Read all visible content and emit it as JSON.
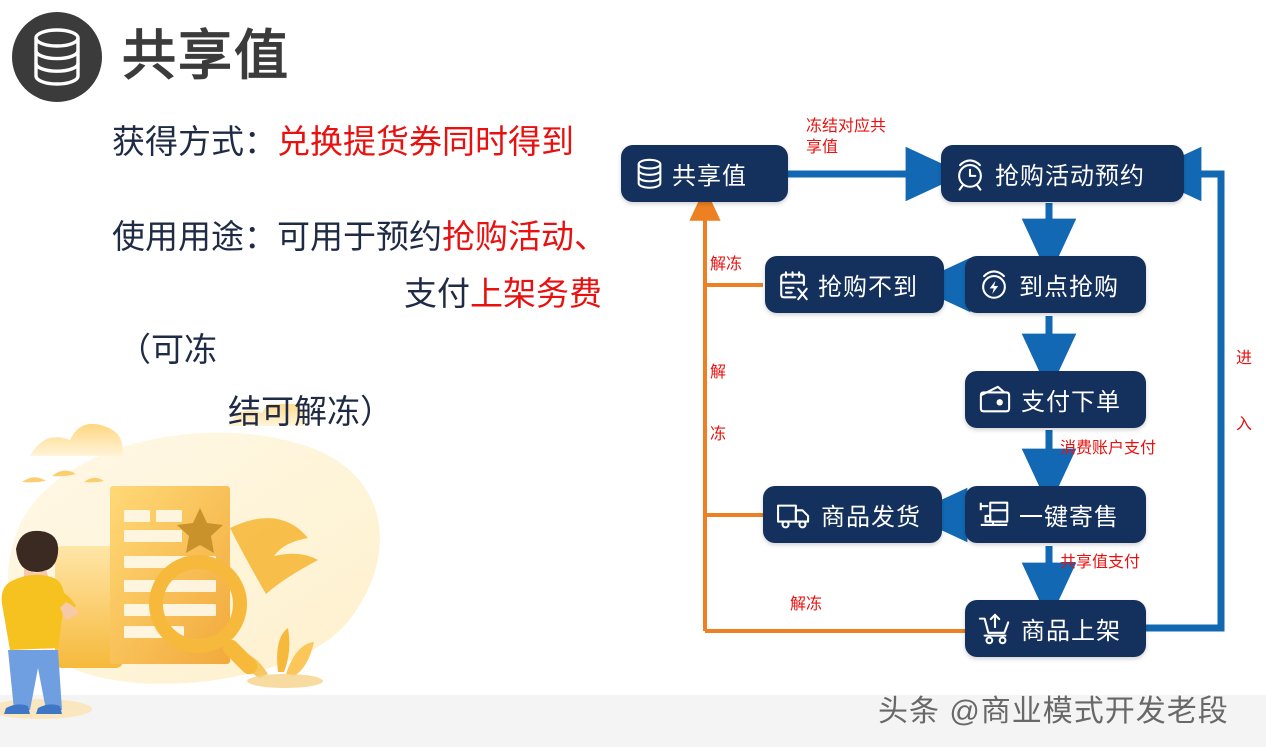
{
  "header": {
    "title": "共享值",
    "icon": "database-icon"
  },
  "description": {
    "line1_label": "获得方式：",
    "line1_value": "兑换提货券同时得到",
    "line2_label": "使用用途：",
    "line2_value_plain": "可用于预约",
    "line2_value_red": "抢购活动、",
    "line3_plain": "支付",
    "line3_red": "上架务费",
    "line4": "（可冻",
    "line5": "结可解冻）"
  },
  "colors": {
    "node_fill": "#14305c",
    "blue_edge": "#1268b3",
    "orange_edge": "#ed8022",
    "label_red": "#e8110f",
    "text_navy": "#1f2a44",
    "header_dark": "#3b3b3b"
  },
  "flow": {
    "nodes": [
      {
        "id": "shared-value",
        "label": "共享值",
        "icon": "database-icon"
      },
      {
        "id": "flash-sale-book",
        "label": "抢购活动预约",
        "icon": "alarm-clock-icon"
      },
      {
        "id": "sale-missed",
        "label": "抢购不到",
        "icon": "calendar-x-icon"
      },
      {
        "id": "flash-sale-start",
        "label": "到点抢购",
        "icon": "clock-bolt-icon"
      },
      {
        "id": "pay-order",
        "label": "支付下单",
        "icon": "wallet-icon"
      },
      {
        "id": "one-click-consign",
        "label": "一键寄售",
        "icon": "package-box-icon"
      },
      {
        "id": "goods-shipped",
        "label": "商品发货",
        "icon": "truck-icon"
      },
      {
        "id": "goods-listed",
        "label": "商品上架",
        "icon": "cart-upload-icon"
      }
    ],
    "edge_labels": {
      "freeze_shared_value": "冻结对应共\n享值",
      "unfreeze_top": "解冻",
      "unfreeze_mid_char1": "解",
      "unfreeze_mid_char2": "冻",
      "unfreeze_bottom": "解冻",
      "consumer_account_pay": "消费账户支付",
      "shared_value_pay": "共享值支付",
      "enter_char1": "进",
      "enter_char2": "入"
    }
  },
  "watermark": {
    "text": "头条 @商业模式开发老段"
  }
}
